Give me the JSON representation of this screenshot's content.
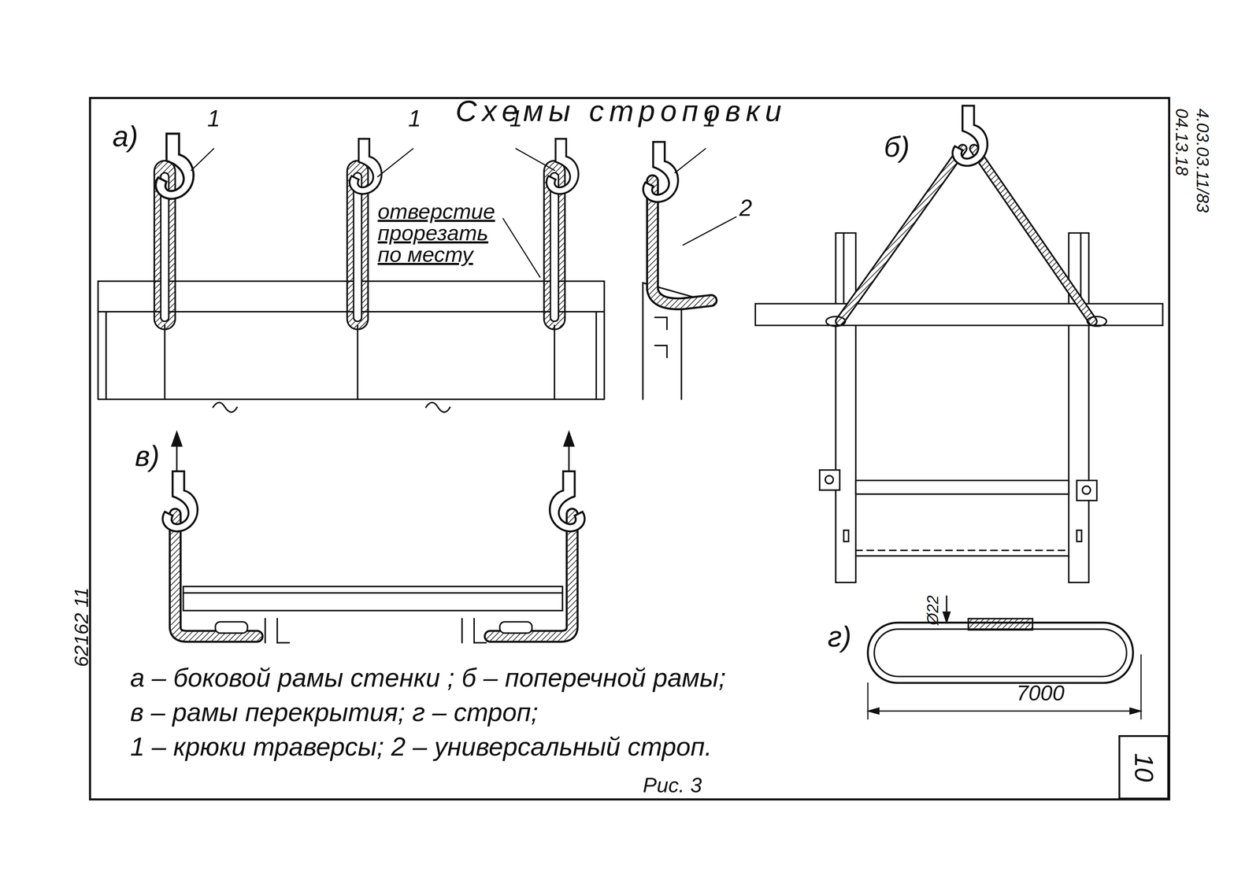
{
  "diagram": {
    "title": "Схемы строповки",
    "caption": "Рис. 3",
    "nodes": [
      {
        "text": [
          "10"
        ]
      }
    ],
    "labels": [
      "а)",
      "1",
      "1",
      "1",
      "отверстие прорезать по месту",
      "1",
      "2",
      "б)",
      "в)",
      "г)",
      "Ø22",
      "7000",
      "а – боковой рамы стенки ; б – поперечной рамы;",
      "в – рамы перекрытия; г – строп;",
      "1 – крюки траверсы; 2 – универсальный строп.",
      "04.13.18",
      "4.03.03.11/83",
      "62162 11"
    ]
  }
}
